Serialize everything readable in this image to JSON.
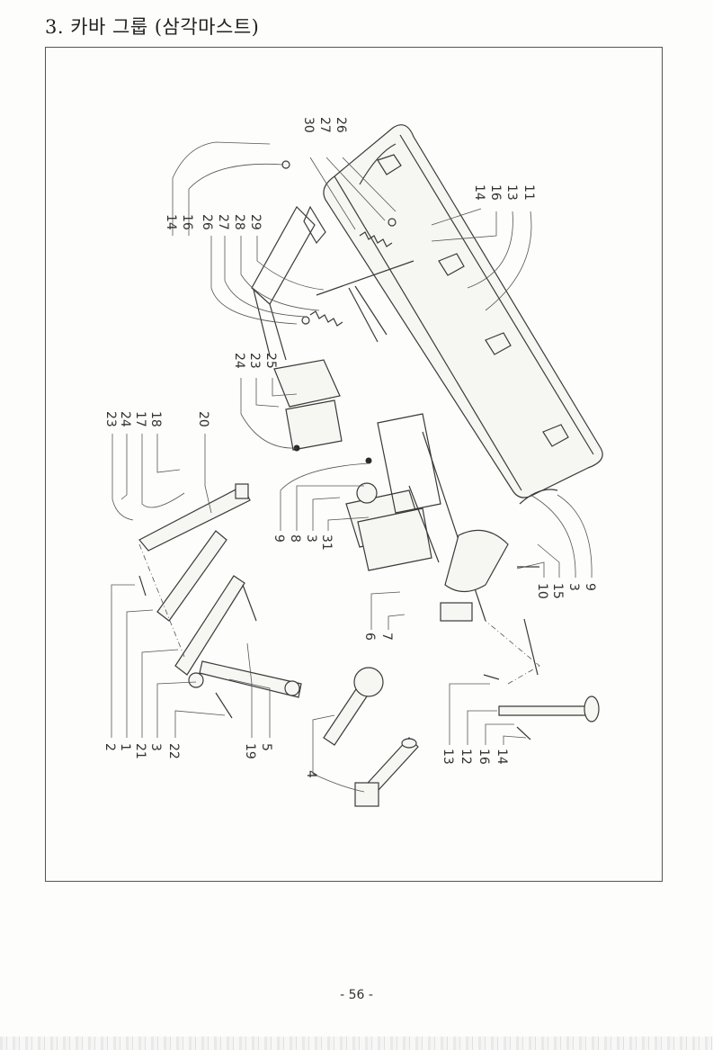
{
  "page": {
    "title": "3. 카바 그룹 (삼각마스트)",
    "page_number": "- 56 -"
  },
  "callouts": {
    "top_right": [
      "30",
      "27",
      "26"
    ],
    "right_group": [
      "14",
      "16",
      "13",
      "11"
    ],
    "left_upper": [
      "14",
      "16",
      "26",
      "27",
      "28",
      "29"
    ],
    "middle_upper": [
      "24",
      "23",
      "25"
    ],
    "left_mid": [
      "23",
      "24",
      "17",
      "18",
      "20"
    ],
    "middle_lower": [
      "9",
      "8",
      "3",
      "31"
    ],
    "right_lower": [
      "10",
      "15",
      "3",
      "9"
    ],
    "center_bottom": [
      "6",
      "7"
    ],
    "left_bottom": [
      "2",
      "1",
      "21",
      "3",
      "22",
      "19",
      "5"
    ],
    "pto_shaft": [
      "4"
    ],
    "bottom_right": [
      "13",
      "12",
      "16",
      "14"
    ]
  }
}
